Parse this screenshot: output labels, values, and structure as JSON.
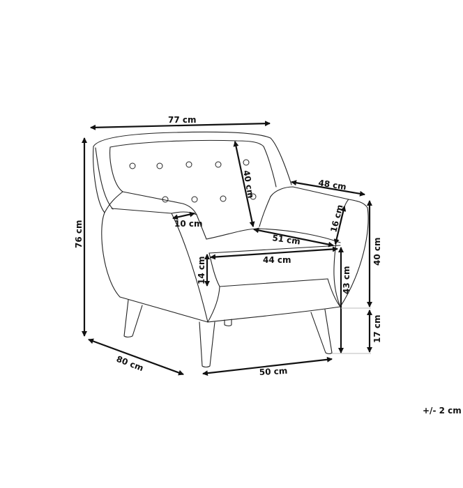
{
  "diagram": {
    "subject": "armchair",
    "dimensions": {
      "overall_width": "77 cm",
      "overall_height": "76 cm",
      "overall_depth": "80 cm",
      "backrest_height": "40 cm",
      "armrest_depth": "48 cm",
      "armrest_width": "10 cm",
      "armrest_height_above_seat": "16 cm",
      "seat_depth": "51 cm",
      "seat_width": "44 cm",
      "seat_cushion_thickness": "14 cm",
      "seat_height": "43 cm",
      "side_height": "40 cm",
      "leg_height": "17 cm",
      "leg_span": "50 cm"
    },
    "tolerance": "+/- 2 cm"
  }
}
